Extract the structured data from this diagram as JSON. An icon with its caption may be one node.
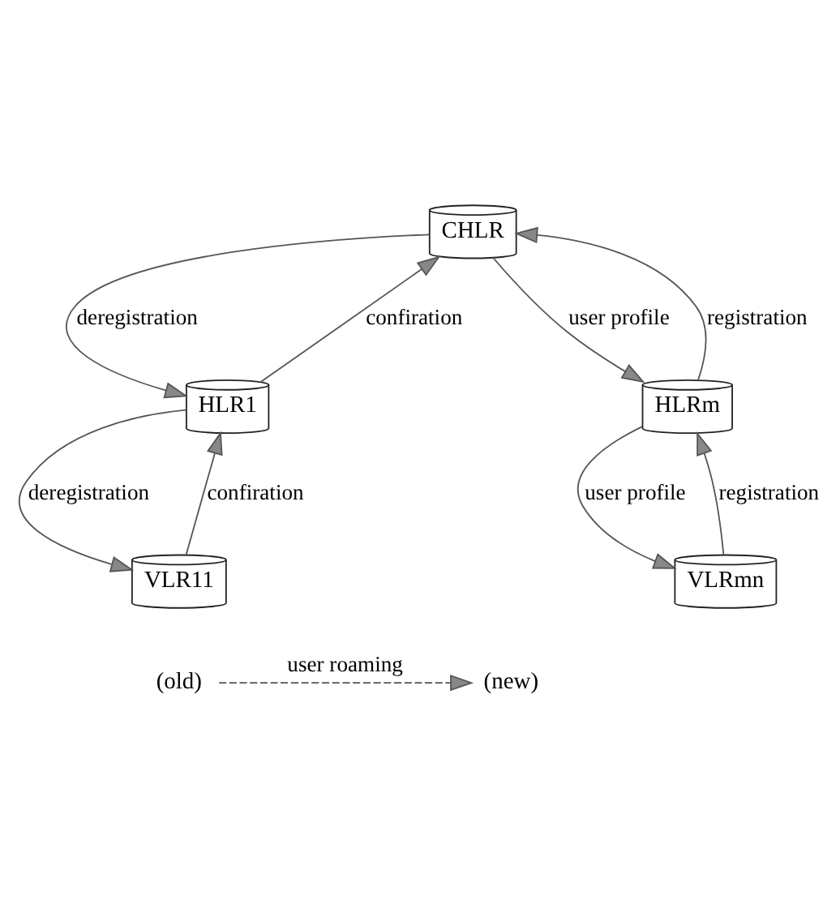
{
  "diagram": {
    "nodes": [
      {
        "text": [
          "CHLR"
        ]
      },
      {
        "text": [
          "HLR1"
        ]
      },
      {
        "text": [
          "HLRm"
        ]
      },
      {
        "text": [
          "VLR11"
        ]
      },
      {
        "text": [
          "VLRmn"
        ]
      },
      {
        "text": [
          "(old)"
        ]
      },
      {
        "text": [
          "(new)"
        ]
      }
    ],
    "edges": [
      {
        "from": 0,
        "to": 1,
        "arrow": "to",
        "label": "deregistration"
      },
      {
        "from": 1,
        "to": 0,
        "arrow": "to",
        "label": "confiration"
      },
      {
        "from": 0,
        "to": 2,
        "arrow": "to",
        "label": "user profile"
      },
      {
        "from": 2,
        "to": 0,
        "arrow": "to",
        "label": "registration"
      },
      {
        "from": 1,
        "to": 3,
        "arrow": "to",
        "label": "deregistration"
      },
      {
        "from": 3,
        "to": 1,
        "arrow": "to",
        "label": "confiration"
      },
      {
        "from": 2,
        "to": 4,
        "arrow": "to",
        "label": "user profile"
      },
      {
        "from": 4,
        "to": 2,
        "arrow": "to",
        "label": "registration"
      },
      {
        "from": 5,
        "to": 6,
        "arrow": "to",
        "label": "user roaming",
        "style": "dashed"
      }
    ]
  }
}
